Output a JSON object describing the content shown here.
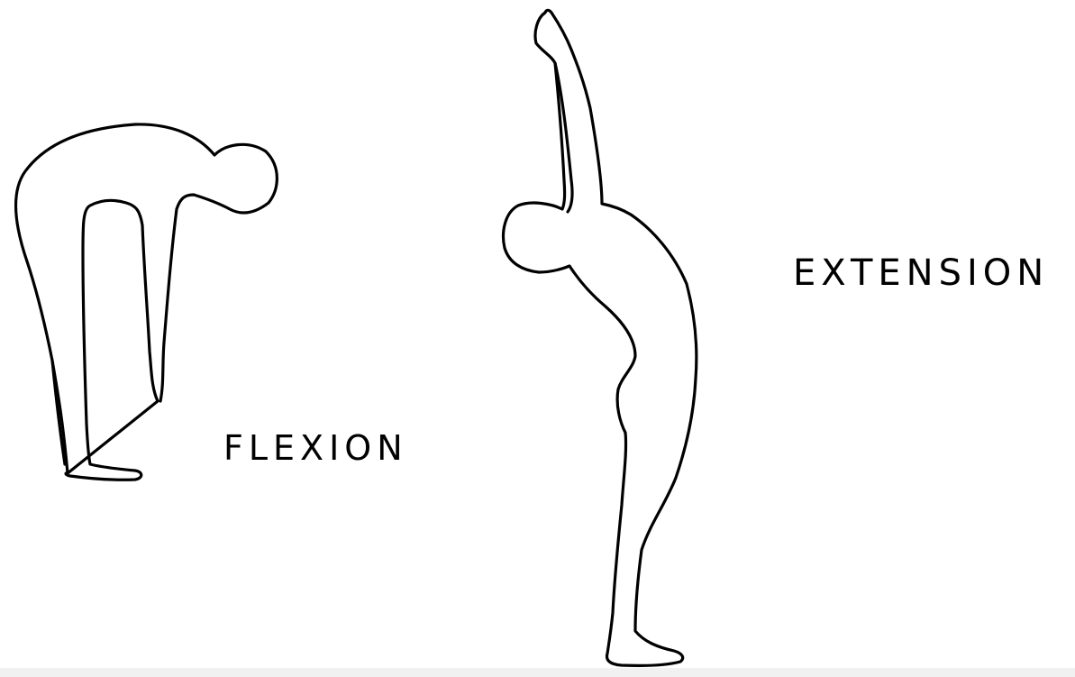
{
  "labels": {
    "flexion": "FLEXION",
    "extension": "EXTENSION"
  },
  "figures": [
    {
      "id": "flexion",
      "pose": "bent forward at waist, arms hanging down"
    },
    {
      "id": "extension",
      "pose": "standing, arched backward, arm raised overhead"
    }
  ],
  "colors": {
    "line": "#000000",
    "background": "#ffffff"
  }
}
